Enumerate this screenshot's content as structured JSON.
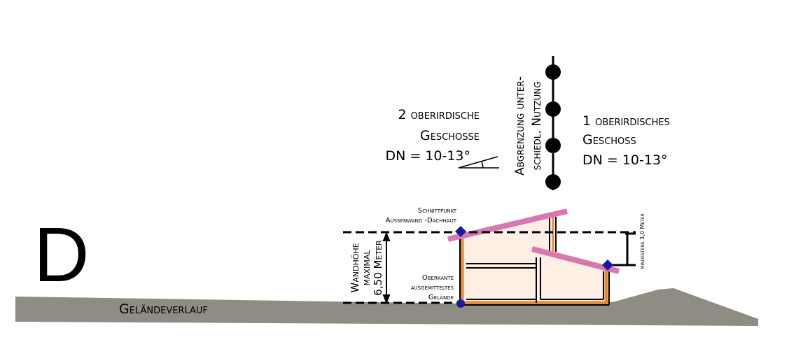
{
  "section_letter": "D",
  "left_zone": {
    "line1": "2 oberirdische",
    "line2": "Geschosse",
    "roof_pitch": "DN = 10-13°"
  },
  "right_zone": {
    "line1": "1 oberirdisches",
    "line2": "Geschoss",
    "roof_pitch": "DN = 10-13°"
  },
  "boundary": {
    "line1": "Abgrenzung unter-",
    "line2": "schiedl. Nutzung"
  },
  "labels": {
    "intersection_1": "Schnittpunkt",
    "intersection_2": "Außenwand -Dachhaut",
    "ground_ref_1": "Oberkante",
    "ground_ref_2": "ausgemitteltes",
    "ground_ref_3": "Gelände",
    "wall_height_1": "Wandhöhe",
    "wall_height_2": "maximal",
    "wall_height_3": "6,50 Meter",
    "min_height": "mindestens 3,0 Meter",
    "terrain": "Geländeverlauf"
  },
  "colors": {
    "ground": "#8f8c84",
    "roof": "#d977b0",
    "wall": "#e9892f",
    "interior": "#fdefe4",
    "marker": "#1a1aa0"
  }
}
